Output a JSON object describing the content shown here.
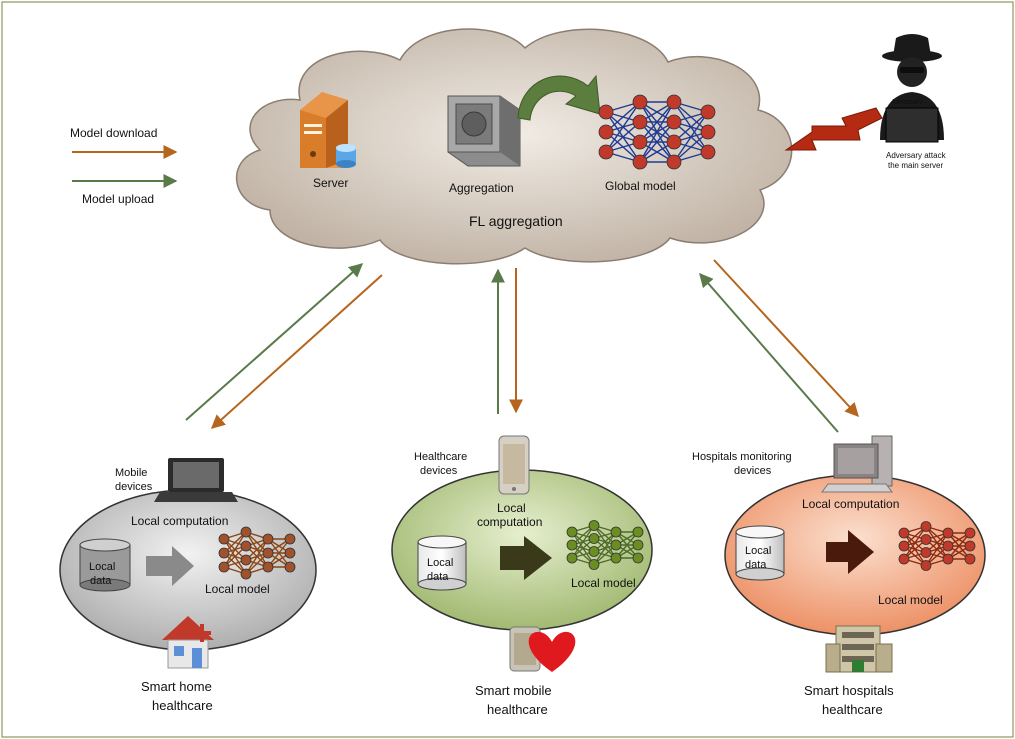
{
  "legend": {
    "download_label": "Model download",
    "upload_label": "Model upload"
  },
  "server_cloud": {
    "server_label": "Server",
    "aggregation_label": "Aggregation",
    "global_model_label": "Global model",
    "fl_label": "FL aggregation"
  },
  "adversary": {
    "label_line1": "Adversary attack",
    "label_line2": "the main server"
  },
  "home": {
    "device_line1": "Mobile",
    "device_line2": "devices",
    "computation_label": "Local computation",
    "data_line1": "Local",
    "data_line2": "data",
    "model_label": "Local model",
    "title_line1": "Smart home",
    "title_line2": "healthcare"
  },
  "mobile": {
    "device_line1": "Healthcare",
    "device_line2": "devices",
    "computation_line1": "Local",
    "computation_line2": "computation",
    "data_line1": "Local",
    "data_line2": "data",
    "model_label": "Local model",
    "title_line1": "Smart mobile",
    "title_line2": "healthcare"
  },
  "hospital": {
    "device_line1": "Hospitals monitoring",
    "device_line2": "devices",
    "computation_label": "Local computation",
    "data_line1": "Local",
    "data_line2": "data",
    "model_label": "Local model",
    "title_line1": "Smart hospitals",
    "title_line2": "healthcare"
  },
  "colors": {
    "download_arrow": "#b5651d",
    "upload_arrow": "#5a7a4a",
    "cloud_fill": "#d9cfc4",
    "home_fill": "#c8c8c8",
    "mobile_fill": "#b6c98a",
    "hospital_fill": "#f2a27a",
    "nn_node": "#c0392b",
    "nn_edge": "#1f3a93"
  }
}
